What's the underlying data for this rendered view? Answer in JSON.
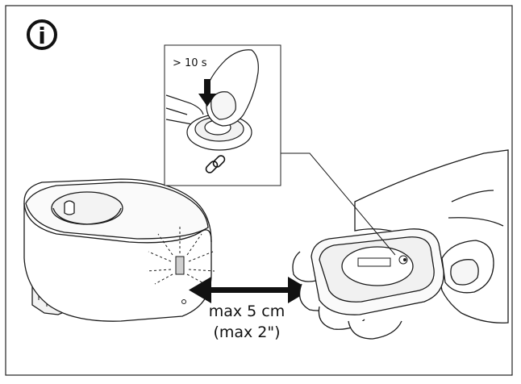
{
  "info_badge": {
    "glyph": "i",
    "icon": "info-icon"
  },
  "inset": {
    "duration_label": "> 10 s",
    "pairing_icon": "link-icon"
  },
  "distance": {
    "metric_label": "max 5 cm",
    "imperial_label": "(max 2\")"
  },
  "colors": {
    "line": "#1a1a1a",
    "fill": "#ffffff",
    "shade": "#f4f4f4",
    "led": "#cfcfcf"
  }
}
